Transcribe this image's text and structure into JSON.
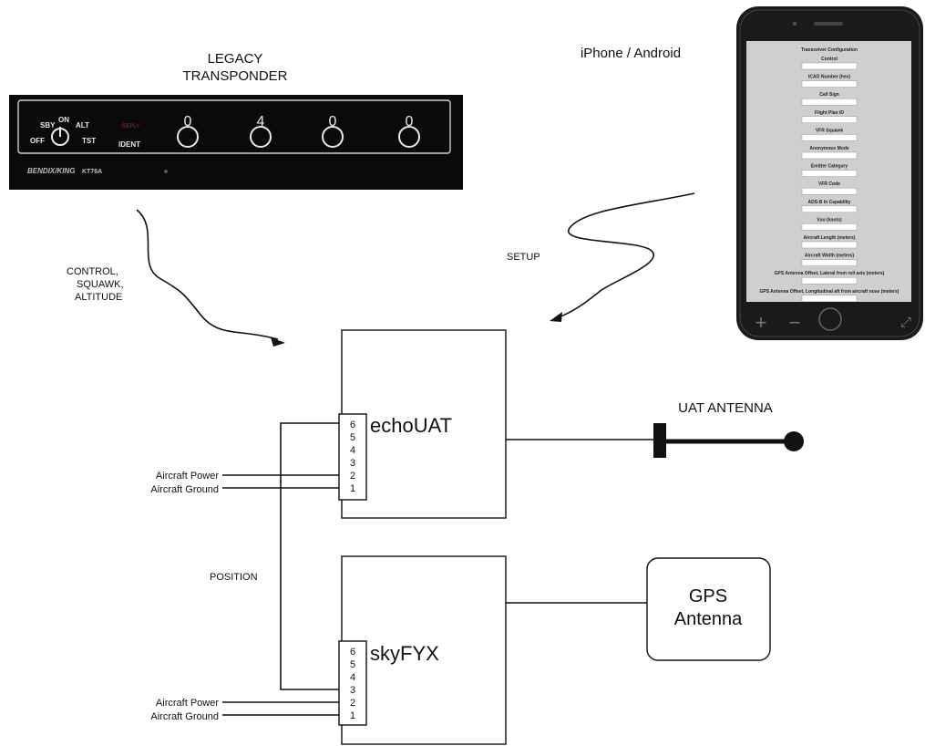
{
  "transponder": {
    "title_line1": "LEGACY",
    "title_line2": "TRANSPONDER",
    "knob_labels": {
      "sby": "SBY",
      "on": "ON",
      "alt": "ALT",
      "off": "OFF",
      "tst": "TST"
    },
    "reply_label": "REPLY",
    "ident_label": "IDENT",
    "squawk_digits": [
      "0",
      "4",
      "0",
      "0"
    ],
    "brand": "BENDIX/KING",
    "model": "KT76A"
  },
  "phone": {
    "label": "iPhone / Android",
    "screen_title": "Transceiver Configuration",
    "config_fields": [
      "Control",
      "ICAO Number (hex)",
      "Call Sign",
      "Flight Plan ID",
      "VFR Squawk",
      "Anonymous Mode",
      "Emitter Category",
      "VFR Code",
      "ADS-B In Capability",
      "Vso (knots)",
      "Aircraft Length (meters)",
      "Aircraft Width (meters)",
      "GPS Antenna Offset, Lateral from roll axis (meters)",
      "GPS Antenna Offset, Longitudinal aft from aircraft nose (meters)"
    ]
  },
  "labels": {
    "control": [
      "CONTROL,",
      "SQUAWK,",
      "ALTITUDE"
    ],
    "setup": "SETUP",
    "position": "POSITION",
    "uat_antenna": "UAT ANTENNA"
  },
  "devices": {
    "echo": {
      "name": "echoUAT",
      "pins": [
        "6",
        "5",
        "4",
        "3",
        "2",
        "1"
      ],
      "power": "Aircraft Power",
      "ground": "Aircraft Ground"
    },
    "sky": {
      "name": "skyFYX",
      "pins": [
        "6",
        "5",
        "4",
        "3",
        "2",
        "1"
      ],
      "power": "Aircraft Power",
      "ground": "Aircraft Ground"
    },
    "gps": {
      "line1": "GPS",
      "line2": "Antenna"
    }
  },
  "colors": {
    "line": "#111111",
    "panel": "#0a0a0a",
    "panel_text": "#e8e8e8",
    "reply": "#c0221d",
    "phone_body": "#1a1a1a",
    "phone_screen": "#cfcfcf"
  }
}
